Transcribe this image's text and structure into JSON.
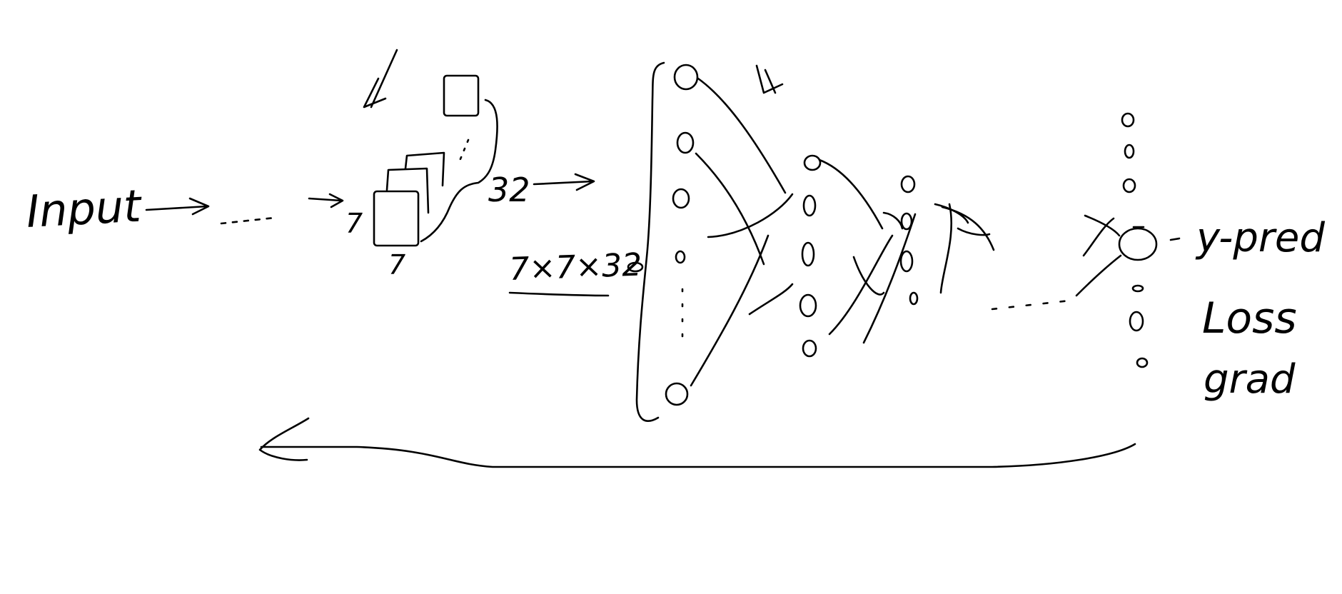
{
  "labels": {
    "input": "Input",
    "size_7_left": "7",
    "size_7_bottom": "7",
    "channels": "32",
    "flatten_dims": "7×7×32",
    "y_pred": "y-pred",
    "loss": "Loss",
    "grad": "grad"
  },
  "colors": {
    "ink": "#000000",
    "background": "#ffffff"
  }
}
